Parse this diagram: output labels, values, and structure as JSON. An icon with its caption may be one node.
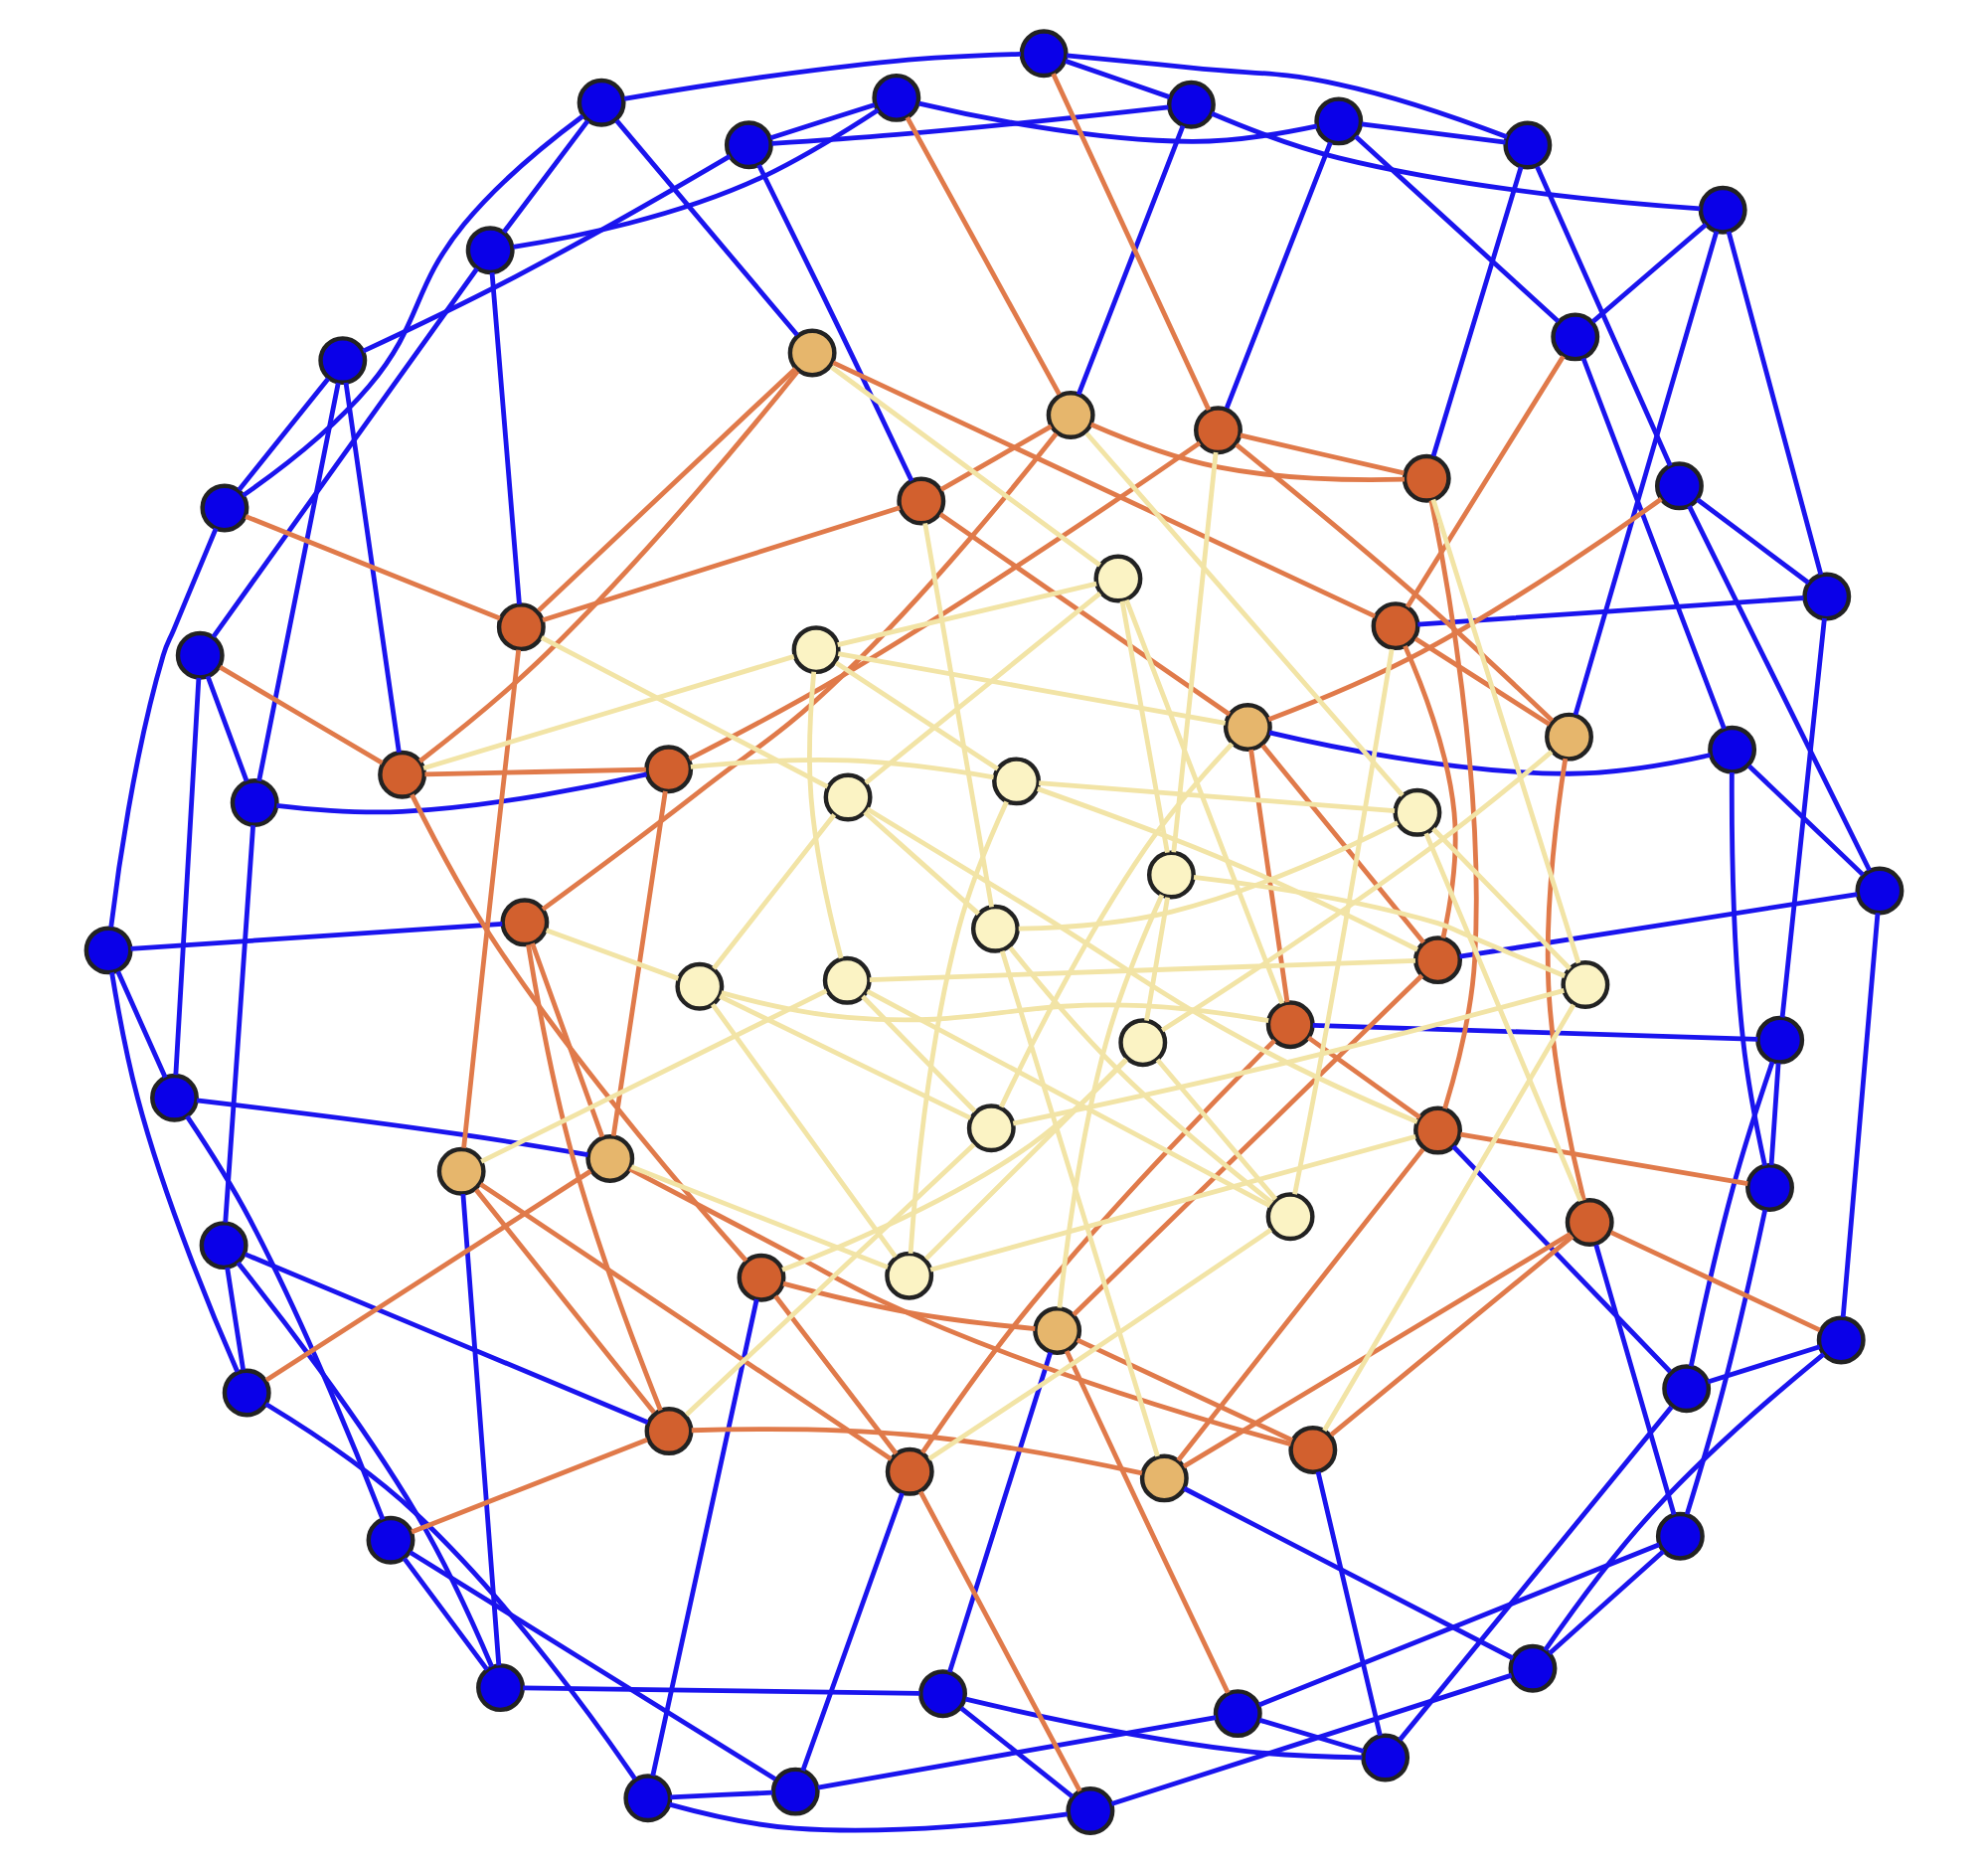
{
  "diagram": {
    "nodes": [
      {
        "text": [],
        "shape": "circle"
      },
      {
        "text": [],
        "shape": "circle"
      },
      {
        "text": [],
        "shape": "circle"
      },
      {
        "text": [],
        "shape": "circle"
      },
      {
        "text": [],
        "shape": "circle"
      },
      {
        "text": [],
        "shape": "circle"
      },
      {
        "text": [],
        "shape": "circle"
      },
      {
        "text": [],
        "shape": "circle"
      },
      {
        "text": [],
        "shape": "circle"
      },
      {
        "text": [],
        "shape": "circle"
      },
      {
        "text": [],
        "shape": "circle"
      },
      {
        "text": [],
        "shape": "circle"
      },
      {
        "text": [],
        "shape": "circle"
      },
      {
        "text": [],
        "shape": "circle"
      },
      {
        "text": [],
        "shape": "circle"
      },
      {
        "text": [],
        "shape": "circle"
      },
      {
        "text": [],
        "shape": "circle"
      },
      {
        "text": [],
        "shape": "circle"
      },
      {
        "text": [],
        "shape": "circle"
      },
      {
        "text": [],
        "shape": "circle"
      },
      {
        "text": [],
        "shape": "circle"
      },
      {
        "text": [],
        "shape": "circle"
      },
      {
        "text": [],
        "shape": "circle"
      },
      {
        "text": [],
        "shape": "circle"
      },
      {
        "text": [],
        "shape": "circle"
      },
      {
        "text": [],
        "shape": "circle"
      },
      {
        "text": [],
        "shape": "circle"
      },
      {
        "text": [],
        "shape": "circle"
      },
      {
        "text": [],
        "shape": "circle"
      },
      {
        "text": [],
        "shape": "circle"
      },
      {
        "text": [],
        "shape": "circle"
      },
      {
        "text": [],
        "shape": "circle"
      },
      {
        "text": [],
        "shape": "circle"
      },
      {
        "text": [],
        "shape": "circle"
      },
      {
        "text": [],
        "shape": "circle"
      },
      {
        "text": [],
        "shape": "circle"
      },
      {
        "text": [],
        "shape": "circle"
      },
      {
        "text": [],
        "shape": "circle"
      },
      {
        "text": [],
        "shape": "circle"
      },
      {
        "text": [],
        "shape": "circle"
      },
      {
        "text": [],
        "shape": "circle"
      },
      {
        "text": [],
        "shape": "circle"
      },
      {
        "text": [],
        "shape": "circle"
      },
      {
        "text": [],
        "shape": "circle"
      },
      {
        "text": [],
        "shape": "circle"
      },
      {
        "text": [],
        "shape": "circle"
      },
      {
        "text": [],
        "shape": "circle"
      },
      {
        "text": [],
        "shape": "circle"
      },
      {
        "text": [],
        "shape": "circle"
      },
      {
        "text": [],
        "shape": "circle"
      },
      {
        "text": [],
        "shape": "circle"
      },
      {
        "text": [],
        "shape": "circle"
      },
      {
        "text": [],
        "shape": "circle"
      },
      {
        "text": [],
        "shape": "circle"
      },
      {
        "text": [],
        "shape": "circle"
      },
      {
        "text": [],
        "shape": "circle"
      },
      {
        "text": [],
        "shape": "circle"
      },
      {
        "text": [],
        "shape": "circle"
      },
      {
        "text": [],
        "shape": "circle"
      },
      {
        "text": [],
        "shape": "circle"
      },
      {
        "text": [],
        "shape": "circle"
      },
      {
        "text": [],
        "shape": "circle"
      },
      {
        "text": [],
        "shape": "circle"
      },
      {
        "text": [],
        "shape": "circle"
      },
      {
        "text": [],
        "shape": "circle"
      },
      {
        "text": [],
        "shape": "circle"
      },
      {
        "text": [],
        "shape": "circle"
      },
      {
        "text": [],
        "shape": "circle"
      },
      {
        "text": [],
        "shape": "circle"
      },
      {
        "text": [],
        "shape": "circle"
      },
      {
        "text": [],
        "shape": "circle"
      },
      {
        "text": [],
        "shape": "circle"
      },
      {
        "text": [],
        "shape": "circle"
      },
      {
        "text": [],
        "shape": "circle"
      }
    ],
    "edges": [
      {
        "from": 0,
        "to": 1,
        "arrow": "none"
      },
      {
        "from": 1,
        "to": 2,
        "arrow": "none"
      },
      {
        "from": 2,
        "to": 3,
        "arrow": "none"
      },
      {
        "from": 3,
        "to": 4,
        "arrow": "none"
      },
      {
        "from": 4,
        "to": 5,
        "arrow": "none"
      },
      {
        "from": 5,
        "to": 6,
        "arrow": "none"
      },
      {
        "from": 6,
        "to": 7,
        "arrow": "none"
      },
      {
        "from": 7,
        "to": 8,
        "arrow": "none"
      },
      {
        "from": 8,
        "to": 9,
        "arrow": "none"
      },
      {
        "from": 9,
        "to": 10,
        "arrow": "none"
      },
      {
        "from": 10,
        "to": 11,
        "arrow": "none"
      },
      {
        "from": 11,
        "to": 12,
        "arrow": "none"
      },
      {
        "from": 12,
        "to": 13,
        "arrow": "none"
      },
      {
        "from": 13,
        "to": 14,
        "arrow": "none"
      },
      {
        "from": 14,
        "to": 15,
        "arrow": "none"
      },
      {
        "from": 15,
        "to": 16,
        "arrow": "none"
      },
      {
        "from": 16,
        "to": 17,
        "arrow": "none"
      },
      {
        "from": 17,
        "to": 18,
        "arrow": "none"
      },
      {
        "from": 18,
        "to": 19,
        "arrow": "none"
      },
      {
        "from": 19,
        "to": 20,
        "arrow": "none"
      },
      {
        "from": 20,
        "to": 21,
        "arrow": "none"
      },
      {
        "from": 21,
        "to": 22,
        "arrow": "none"
      },
      {
        "from": 22,
        "to": 23,
        "arrow": "none"
      },
      {
        "from": 23,
        "to": 24,
        "arrow": "none"
      },
      {
        "from": 24,
        "to": 25,
        "arrow": "none"
      },
      {
        "from": 25,
        "to": 26,
        "arrow": "none"
      },
      {
        "from": 26,
        "to": 27,
        "arrow": "none"
      },
      {
        "from": 27,
        "to": 28,
        "arrow": "none"
      },
      {
        "from": 28,
        "to": 29,
        "arrow": "none"
      },
      {
        "from": 29,
        "to": 30,
        "arrow": "none"
      },
      {
        "from": 30,
        "to": 31,
        "arrow": "none"
      },
      {
        "from": 31,
        "to": 32,
        "arrow": "none"
      },
      {
        "from": 32,
        "to": 33,
        "arrow": "none"
      },
      {
        "from": 33,
        "to": 34,
        "arrow": "none"
      },
      {
        "from": 34,
        "to": 35,
        "arrow": "none"
      },
      {
        "from": 35,
        "to": 0,
        "arrow": "none"
      },
      {
        "from": 0,
        "to": 5,
        "arrow": "none"
      },
      {
        "from": 2,
        "to": 7,
        "arrow": "none"
      },
      {
        "from": 4,
        "to": 9,
        "arrow": "none"
      },
      {
        "from": 6,
        "to": 11,
        "arrow": "none"
      },
      {
        "from": 8,
        "to": 13,
        "arrow": "none"
      },
      {
        "from": 10,
        "to": 15,
        "arrow": "none"
      },
      {
        "from": 12,
        "to": 17,
        "arrow": "none"
      },
      {
        "from": 14,
        "to": 19,
        "arrow": "none"
      },
      {
        "from": 16,
        "to": 21,
        "arrow": "none"
      },
      {
        "from": 18,
        "to": 23,
        "arrow": "none"
      },
      {
        "from": 20,
        "to": 25,
        "arrow": "none"
      },
      {
        "from": 22,
        "to": 27,
        "arrow": "none"
      },
      {
        "from": 24,
        "to": 29,
        "arrow": "none"
      },
      {
        "from": 26,
        "to": 31,
        "arrow": "none"
      },
      {
        "from": 28,
        "to": 33,
        "arrow": "none"
      },
      {
        "from": 30,
        "to": 35,
        "arrow": "none"
      },
      {
        "from": 32,
        "to": 1,
        "arrow": "none"
      },
      {
        "from": 34,
        "to": 3,
        "arrow": "none"
      },
      {
        "from": 0,
        "to": 36,
        "arrow": "none"
      },
      {
        "from": 1,
        "to": 37,
        "arrow": "none"
      },
      {
        "from": 3,
        "to": 38,
        "arrow": "none"
      },
      {
        "from": 4,
        "to": 39,
        "arrow": "none"
      },
      {
        "from": 6,
        "to": 40,
        "arrow": "none"
      },
      {
        "from": 7,
        "to": 41,
        "arrow": "none"
      },
      {
        "from": 9,
        "to": 42,
        "arrow": "none"
      },
      {
        "from": 10,
        "to": 43,
        "arrow": "none"
      },
      {
        "from": 12,
        "to": 44,
        "arrow": "none"
      },
      {
        "from": 13,
        "to": 45,
        "arrow": "none"
      },
      {
        "from": 15,
        "to": 46,
        "arrow": "none"
      },
      {
        "from": 16,
        "to": 47,
        "arrow": "none"
      },
      {
        "from": 18,
        "to": 48,
        "arrow": "none"
      },
      {
        "from": 19,
        "to": 49,
        "arrow": "none"
      },
      {
        "from": 21,
        "to": 50,
        "arrow": "none"
      },
      {
        "from": 22,
        "to": 51,
        "arrow": "none"
      },
      {
        "from": 24,
        "to": 52,
        "arrow": "none"
      },
      {
        "from": 25,
        "to": 53,
        "arrow": "none"
      },
      {
        "from": 27,
        "to": 54,
        "arrow": "none"
      },
      {
        "from": 28,
        "to": 55,
        "arrow": "none"
      },
      {
        "from": 30,
        "to": 56,
        "arrow": "none"
      },
      {
        "from": 31,
        "to": 57,
        "arrow": "none"
      },
      {
        "from": 33,
        "to": 58,
        "arrow": "none"
      },
      {
        "from": 34,
        "to": 59,
        "arrow": "none"
      },
      {
        "from": 36,
        "to": 37,
        "arrow": "none",
        "color": "#e07a4a"
      },
      {
        "from": 37,
        "to": 38,
        "arrow": "none",
        "color": "#e07a4a"
      },
      {
        "from": 38,
        "to": 39,
        "arrow": "none",
        "color": "#e07a4a"
      },
      {
        "from": 39,
        "to": 40,
        "arrow": "none",
        "color": "#e07a4a"
      },
      {
        "from": 40,
        "to": 41,
        "arrow": "none",
        "color": "#e07a4a"
      },
      {
        "from": 41,
        "to": 42,
        "arrow": "none",
        "color": "#e07a4a"
      },
      {
        "from": 42,
        "to": 43,
        "arrow": "none",
        "color": "#e07a4a"
      },
      {
        "from": 43,
        "to": 44,
        "arrow": "none",
        "color": "#e07a4a"
      },
      {
        "from": 44,
        "to": 45,
        "arrow": "none",
        "color": "#e07a4a"
      },
      {
        "from": 45,
        "to": 46,
        "arrow": "none",
        "color": "#e07a4a"
      },
      {
        "from": 46,
        "to": 47,
        "arrow": "none",
        "color": "#e07a4a"
      },
      {
        "from": 47,
        "to": 48,
        "arrow": "none",
        "color": "#e07a4a"
      },
      {
        "from": 48,
        "to": 49,
        "arrow": "none",
        "color": "#e07a4a"
      },
      {
        "from": 49,
        "to": 50,
        "arrow": "none",
        "color": "#e07a4a"
      },
      {
        "from": 50,
        "to": 51,
        "arrow": "none",
        "color": "#e07a4a"
      },
      {
        "from": 51,
        "to": 52,
        "arrow": "none",
        "color": "#e07a4a"
      },
      {
        "from": 52,
        "to": 53,
        "arrow": "none",
        "color": "#e07a4a"
      },
      {
        "from": 53,
        "to": 54,
        "arrow": "none",
        "color": "#e07a4a"
      },
      {
        "from": 54,
        "to": 55,
        "arrow": "none",
        "color": "#e07a4a"
      },
      {
        "from": 55,
        "to": 56,
        "arrow": "none",
        "color": "#e07a4a"
      },
      {
        "from": 56,
        "to": 57,
        "arrow": "none",
        "color": "#e07a4a"
      },
      {
        "from": 57,
        "to": 58,
        "arrow": "none",
        "color": "#e07a4a"
      },
      {
        "from": 58,
        "to": 59,
        "arrow": "none",
        "color": "#e07a4a"
      },
      {
        "from": 59,
        "to": 36,
        "arrow": "none",
        "color": "#e07a4a"
      },
      {
        "from": 36,
        "to": 43,
        "arrow": "none",
        "color": "#e07a4a"
      },
      {
        "from": 38,
        "to": 45,
        "arrow": "none",
        "color": "#e07a4a"
      },
      {
        "from": 40,
        "to": 47,
        "arrow": "none",
        "color": "#e07a4a"
      },
      {
        "from": 42,
        "to": 49,
        "arrow": "none",
        "color": "#e07a4a"
      },
      {
        "from": 44,
        "to": 51,
        "arrow": "none",
        "color": "#e07a4a"
      },
      {
        "from": 46,
        "to": 53,
        "arrow": "none",
        "color": "#e07a4a"
      },
      {
        "from": 48,
        "to": 55,
        "arrow": "none",
        "color": "#e07a4a"
      },
      {
        "from": 50,
        "to": 57,
        "arrow": "none",
        "color": "#e07a4a"
      },
      {
        "from": 52,
        "to": 59,
        "arrow": "none",
        "color": "#e07a4a"
      },
      {
        "from": 54,
        "to": 37,
        "arrow": "none",
        "color": "#e07a4a"
      },
      {
        "from": 56,
        "to": 39,
        "arrow": "none",
        "color": "#e07a4a"
      },
      {
        "from": 58,
        "to": 41,
        "arrow": "none",
        "color": "#e07a4a"
      },
      {
        "from": 36,
        "to": 2,
        "arrow": "none",
        "color": "#e07a4a"
      },
      {
        "from": 38,
        "to": 5,
        "arrow": "none",
        "color": "#e07a4a"
      },
      {
        "from": 40,
        "to": 8,
        "arrow": "none",
        "color": "#e07a4a"
      },
      {
        "from": 42,
        "to": 11,
        "arrow": "none",
        "color": "#e07a4a"
      },
      {
        "from": 44,
        "to": 14,
        "arrow": "none",
        "color": "#e07a4a"
      },
      {
        "from": 46,
        "to": 17,
        "arrow": "none",
        "color": "#e07a4a"
      },
      {
        "from": 48,
        "to": 20,
        "arrow": "none",
        "color": "#e07a4a"
      },
      {
        "from": 50,
        "to": 23,
        "arrow": "none",
        "color": "#e07a4a"
      },
      {
        "from": 52,
        "to": 26,
        "arrow": "none",
        "color": "#e07a4a"
      },
      {
        "from": 54,
        "to": 29,
        "arrow": "none",
        "color": "#e07a4a"
      },
      {
        "from": 56,
        "to": 32,
        "arrow": "none",
        "color": "#e07a4a"
      },
      {
        "from": 58,
        "to": 35,
        "arrow": "none",
        "color": "#e07a4a"
      },
      {
        "from": 60,
        "to": 61,
        "arrow": "none",
        "color": "#f2e4a6"
      },
      {
        "from": 61,
        "to": 62,
        "arrow": "none",
        "color": "#f2e4a6"
      },
      {
        "from": 62,
        "to": 63,
        "arrow": "none",
        "color": "#f2e4a6"
      },
      {
        "from": 63,
        "to": 64,
        "arrow": "none",
        "color": "#f2e4a6"
      },
      {
        "from": 64,
        "to": 65,
        "arrow": "none",
        "color": "#f2e4a6"
      },
      {
        "from": 65,
        "to": 66,
        "arrow": "none",
        "color": "#f2e4a6"
      },
      {
        "from": 66,
        "to": 67,
        "arrow": "none",
        "color": "#f2e4a6"
      },
      {
        "from": 67,
        "to": 68,
        "arrow": "none",
        "color": "#f2e4a6"
      },
      {
        "from": 68,
        "to": 69,
        "arrow": "none",
        "color": "#f2e4a6"
      },
      {
        "from": 69,
        "to": 70,
        "arrow": "none",
        "color": "#f2e4a6"
      },
      {
        "from": 70,
        "to": 71,
        "arrow": "none",
        "color": "#f2e4a6"
      },
      {
        "from": 71,
        "to": 72,
        "arrow": "none",
        "color": "#f2e4a6"
      },
      {
        "from": 72,
        "to": 73,
        "arrow": "none",
        "color": "#f2e4a6"
      },
      {
        "from": 73,
        "to": 60,
        "arrow": "none",
        "color": "#f2e4a6"
      },
      {
        "from": 60,
        "to": 65,
        "arrow": "none",
        "color": "#f2e4a6"
      },
      {
        "from": 62,
        "to": 67,
        "arrow": "none",
        "color": "#f2e4a6"
      },
      {
        "from": 64,
        "to": 69,
        "arrow": "none",
        "color": "#f2e4a6"
      },
      {
        "from": 66,
        "to": 71,
        "arrow": "none",
        "color": "#f2e4a6"
      },
      {
        "from": 68,
        "to": 73,
        "arrow": "none",
        "color": "#f2e4a6"
      },
      {
        "from": 70,
        "to": 61,
        "arrow": "none",
        "color": "#f2e4a6"
      },
      {
        "from": 72,
        "to": 63,
        "arrow": "none",
        "color": "#f2e4a6"
      },
      {
        "from": 60,
        "to": 36,
        "arrow": "none",
        "color": "#f2e4a6"
      },
      {
        "from": 61,
        "to": 37,
        "arrow": "none",
        "color": "#f2e4a6"
      },
      {
        "from": 62,
        "to": 38,
        "arrow": "none",
        "color": "#f2e4a6"
      },
      {
        "from": 63,
        "to": 39,
        "arrow": "none",
        "color": "#f2e4a6"
      },
      {
        "from": 64,
        "to": 40,
        "arrow": "none",
        "color": "#f2e4a6"
      },
      {
        "from": 65,
        "to": 41,
        "arrow": "none",
        "color": "#f2e4a6"
      },
      {
        "from": 66,
        "to": 42,
        "arrow": "none",
        "color": "#f2e4a6"
      },
      {
        "from": 67,
        "to": 43,
        "arrow": "none",
        "color": "#f2e4a6"
      },
      {
        "from": 68,
        "to": 44,
        "arrow": "none",
        "color": "#f2e4a6"
      },
      {
        "from": 69,
        "to": 45,
        "arrow": "none",
        "color": "#f2e4a6"
      },
      {
        "from": 70,
        "to": 46,
        "arrow": "none",
        "color": "#f2e4a6"
      },
      {
        "from": 71,
        "to": 47,
        "arrow": "none",
        "color": "#f2e4a6"
      },
      {
        "from": 72,
        "to": 48,
        "arrow": "none",
        "color": "#f2e4a6"
      },
      {
        "from": 73,
        "to": 49,
        "arrow": "none",
        "color": "#f2e4a6"
      },
      {
        "from": 60,
        "to": 46,
        "arrow": "none",
        "color": "#f2e4a6"
      },
      {
        "from": 61,
        "to": 47,
        "arrow": "none",
        "color": "#f2e4a6"
      },
      {
        "from": 62,
        "to": 48,
        "arrow": "none",
        "color": "#f2e4a6"
      },
      {
        "from": 63,
        "to": 49,
        "arrow": "none",
        "color": "#f2e4a6"
      },
      {
        "from": 64,
        "to": 50,
        "arrow": "none",
        "color": "#f2e4a6"
      },
      {
        "from": 65,
        "to": 51,
        "arrow": "none",
        "color": "#f2e4a6"
      },
      {
        "from": 66,
        "to": 52,
        "arrow": "none",
        "color": "#f2e4a6"
      },
      {
        "from": 67,
        "to": 53,
        "arrow": "none",
        "color": "#f2e4a6"
      },
      {
        "from": 68,
        "to": 54,
        "arrow": "none",
        "color": "#f2e4a6"
      },
      {
        "from": 69,
        "to": 55,
        "arrow": "none",
        "color": "#f2e4a6"
      },
      {
        "from": 70,
        "to": 56,
        "arrow": "none",
        "color": "#f2e4a6"
      },
      {
        "from": 71,
        "to": 57,
        "arrow": "none",
        "color": "#f2e4a6"
      },
      {
        "from": 72,
        "to": 58,
        "arrow": "none",
        "color": "#f2e4a6"
      },
      {
        "from": 73,
        "to": 59,
        "arrow": "none",
        "color": "#f2e4a6"
      }
    ]
  }
}
